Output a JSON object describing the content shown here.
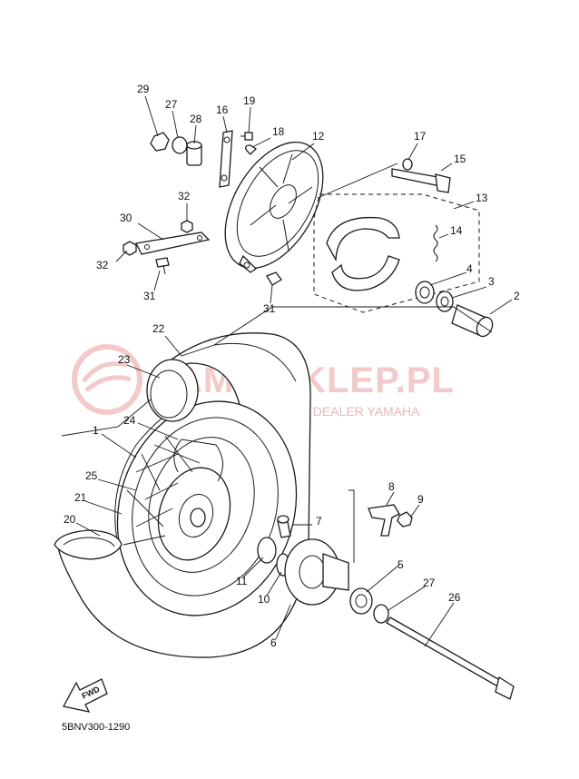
{
  "watermark": {
    "brand": "YAMA-SKLEP.PL",
    "subtitle": "WOJCIECHOWICZ | DEALER YAMAHA"
  },
  "diagram_code": "5BNV300-1290",
  "fwd_label": "FWD",
  "callouts": {
    "c29": "29",
    "c27a": "27",
    "c28": "28",
    "c16": "16",
    "c19": "19",
    "c18": "18",
    "c12": "12",
    "c17": "17",
    "c15": "15",
    "c13": "13",
    "c14": "14",
    "c32a": "32",
    "c30": "30",
    "c32b": "32",
    "c31a": "31",
    "c31b": "31",
    "c4": "4",
    "c3": "3",
    "c2": "2",
    "c22": "22",
    "c23": "23",
    "c24": "24",
    "c1": "1",
    "c25": "25",
    "c21": "21",
    "c20": "20",
    "c7": "7",
    "c8": "8",
    "c9": "9",
    "c11": "11",
    "c10": "10",
    "c5": "5",
    "c27b": "27",
    "c26": "26",
    "c6": "6"
  }
}
